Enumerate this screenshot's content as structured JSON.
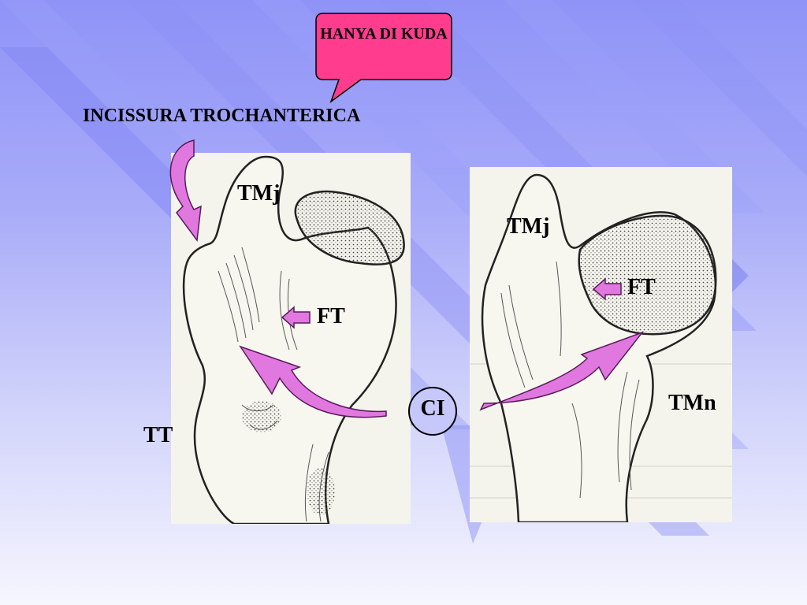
{
  "callout": {
    "text": "HANYA DI KUDA",
    "fill": "#ff3c8e"
  },
  "heading": "INCISSURA TROCHANTERICA",
  "left_figure": {
    "labels": {
      "tmj": "TMj",
      "ft": "FT",
      "tt": "TT"
    }
  },
  "right_figure": {
    "labels": {
      "tmj": "TMj",
      "ft": "FT",
      "tmn": "TMn"
    }
  },
  "ci": {
    "text": "CI"
  },
  "colors": {
    "arrow_fill": "#e078e0",
    "arrow_stroke": "#5a1a5a",
    "background": "#9b9ef8"
  }
}
